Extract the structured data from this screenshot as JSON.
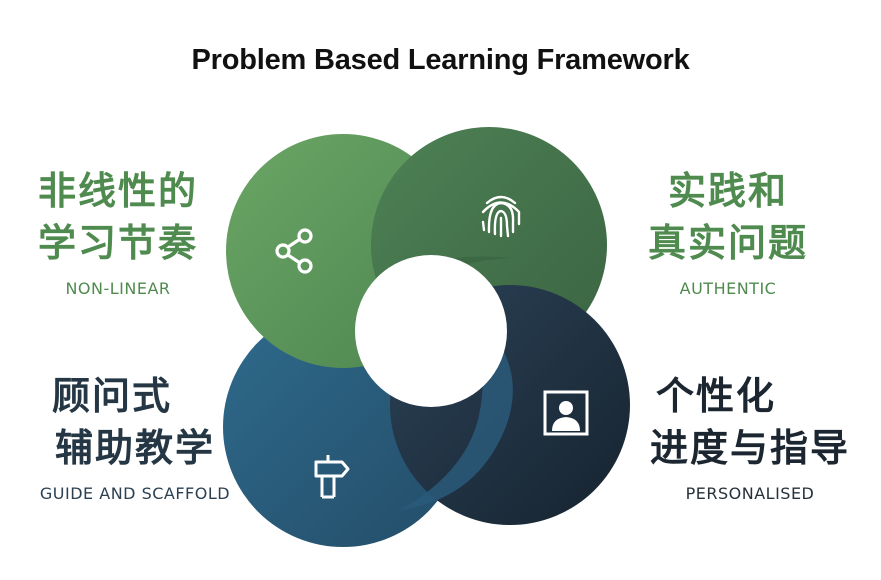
{
  "title": "Problem Based Learning Framework",
  "segments": [
    {
      "id": "non-linear",
      "zh_line1": "非线性的",
      "zh_line2": "学习节奏",
      "en": "NON-LINEAR",
      "icon": "share-icon",
      "color": "#5b9459"
    },
    {
      "id": "authentic",
      "zh_line1": "实践和",
      "zh_line2": "真实问题",
      "en": "AUTHENTIC",
      "icon": "fingerprint-icon",
      "color": "#44744a"
    },
    {
      "id": "guide",
      "zh_line1": "顾问式",
      "zh_line2": "辅助教学",
      "en": "GUIDE AND SCAFFOLD",
      "icon": "signpost-icon",
      "color": "#2b5f7f"
    },
    {
      "id": "personalised",
      "zh_line1": "个性化",
      "zh_line2": "进度与指导",
      "en": "PERSONALISED",
      "icon": "portrait-icon",
      "color": "#1f3245"
    }
  ],
  "colors": {
    "green_text": "#4f8a4f",
    "navy_text": "#253744",
    "dark_text": "#1c2630",
    "center": "#ffffff"
  }
}
